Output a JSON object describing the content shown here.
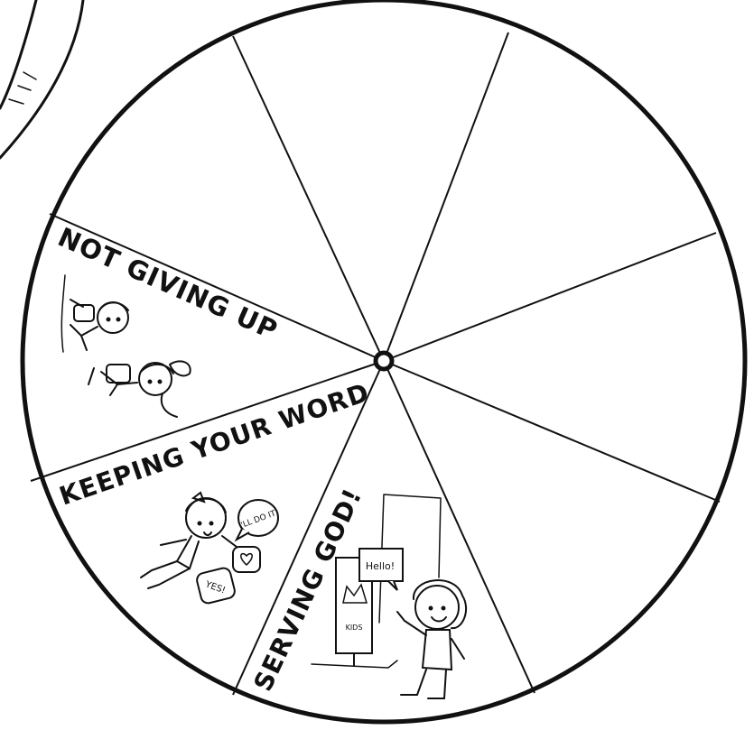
{
  "wheel": {
    "segments": [
      {
        "label": "NOT GIVING UP"
      },
      {
        "label": "KEEPING YOUR WORD"
      },
      {
        "label": "SERVING GOD!"
      }
    ]
  },
  "bubbles": {
    "promise": "I'LL DO IT!",
    "yes": "YES!",
    "hello": "Hello!",
    "sign": "KIDS"
  },
  "colors": {
    "line": "#111111",
    "paper": "#ffffff"
  }
}
